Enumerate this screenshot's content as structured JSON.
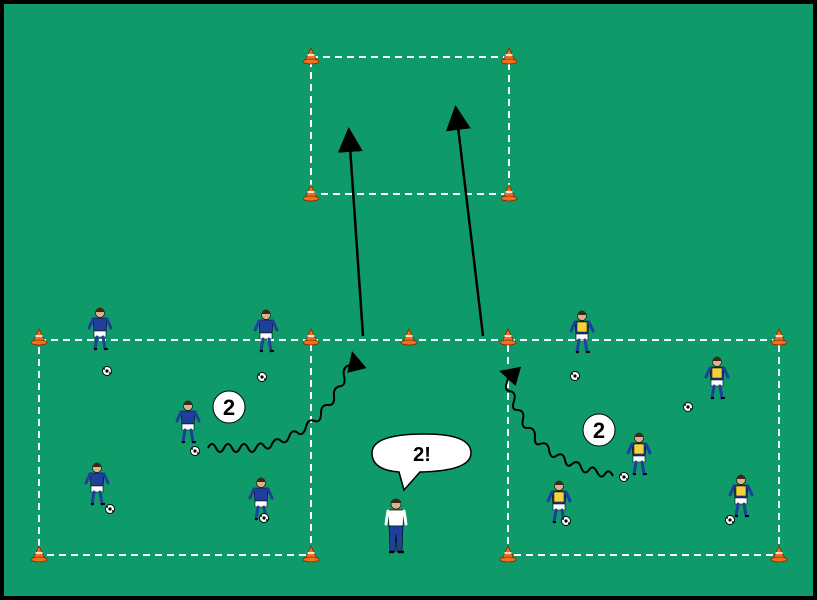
{
  "colors": {
    "field": "#0f9a6a",
    "border": "#000000",
    "line": "#ffffff",
    "cone": "#f07020",
    "blue_team": "#1f3f9a",
    "yellow_bib": "#f5d23a",
    "arrow": "#000000"
  },
  "labels": {
    "left_group_count": "2",
    "right_group_count": "2",
    "coach_call": "2!"
  },
  "icons": {
    "cone": "cone-icon",
    "ball": "soccer-ball-icon",
    "player": "player-icon",
    "coach": "coach-icon"
  }
}
